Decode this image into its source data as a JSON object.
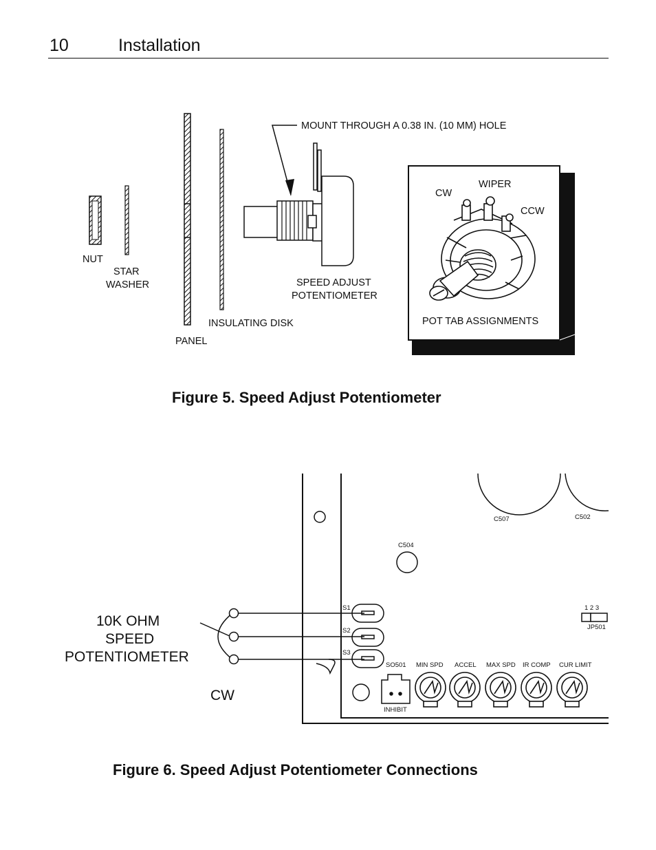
{
  "header": {
    "page_number": "10",
    "section_title": "Installation"
  },
  "figure5": {
    "caption": "Figure 5.  Speed Adjust Potentiometer",
    "mount_note": "MOUNT THROUGH A 0.38 IN. (10 MM) HOLE",
    "labels": {
      "nut": "NUT",
      "star_washer_1": "STAR",
      "star_washer_2": "WASHER",
      "panel": "PANEL",
      "insulating_disk": "INSULATING DISK",
      "speed_adjust_1": "SPEED ADJUST",
      "speed_adjust_2": "POTENTIOMETER"
    },
    "inset": {
      "cw": "CW",
      "wiper": "WIPER",
      "ccw": "CCW",
      "title": "POT TAB ASSIGNMENTS"
    }
  },
  "figure6": {
    "caption": "Figure 6.  Speed Adjust Potentiometer Connections",
    "pot_label_1": "10K OHM",
    "pot_label_2": "SPEED",
    "pot_label_3": "POTENTIOMETER",
    "cw": "CW",
    "board": {
      "c507": "C507",
      "c502": "C502",
      "c504": "C504",
      "s1": "S1",
      "s2": "S2",
      "s3": "S3",
      "jp501_pins": "1  2  3",
      "jp501": "JP501",
      "so501": "SO501",
      "inhibit": "INHIBIT",
      "trimpots": [
        "MIN SPD",
        "ACCEL",
        "MAX SPD",
        "IR COMP",
        "CUR LIMIT"
      ]
    }
  }
}
